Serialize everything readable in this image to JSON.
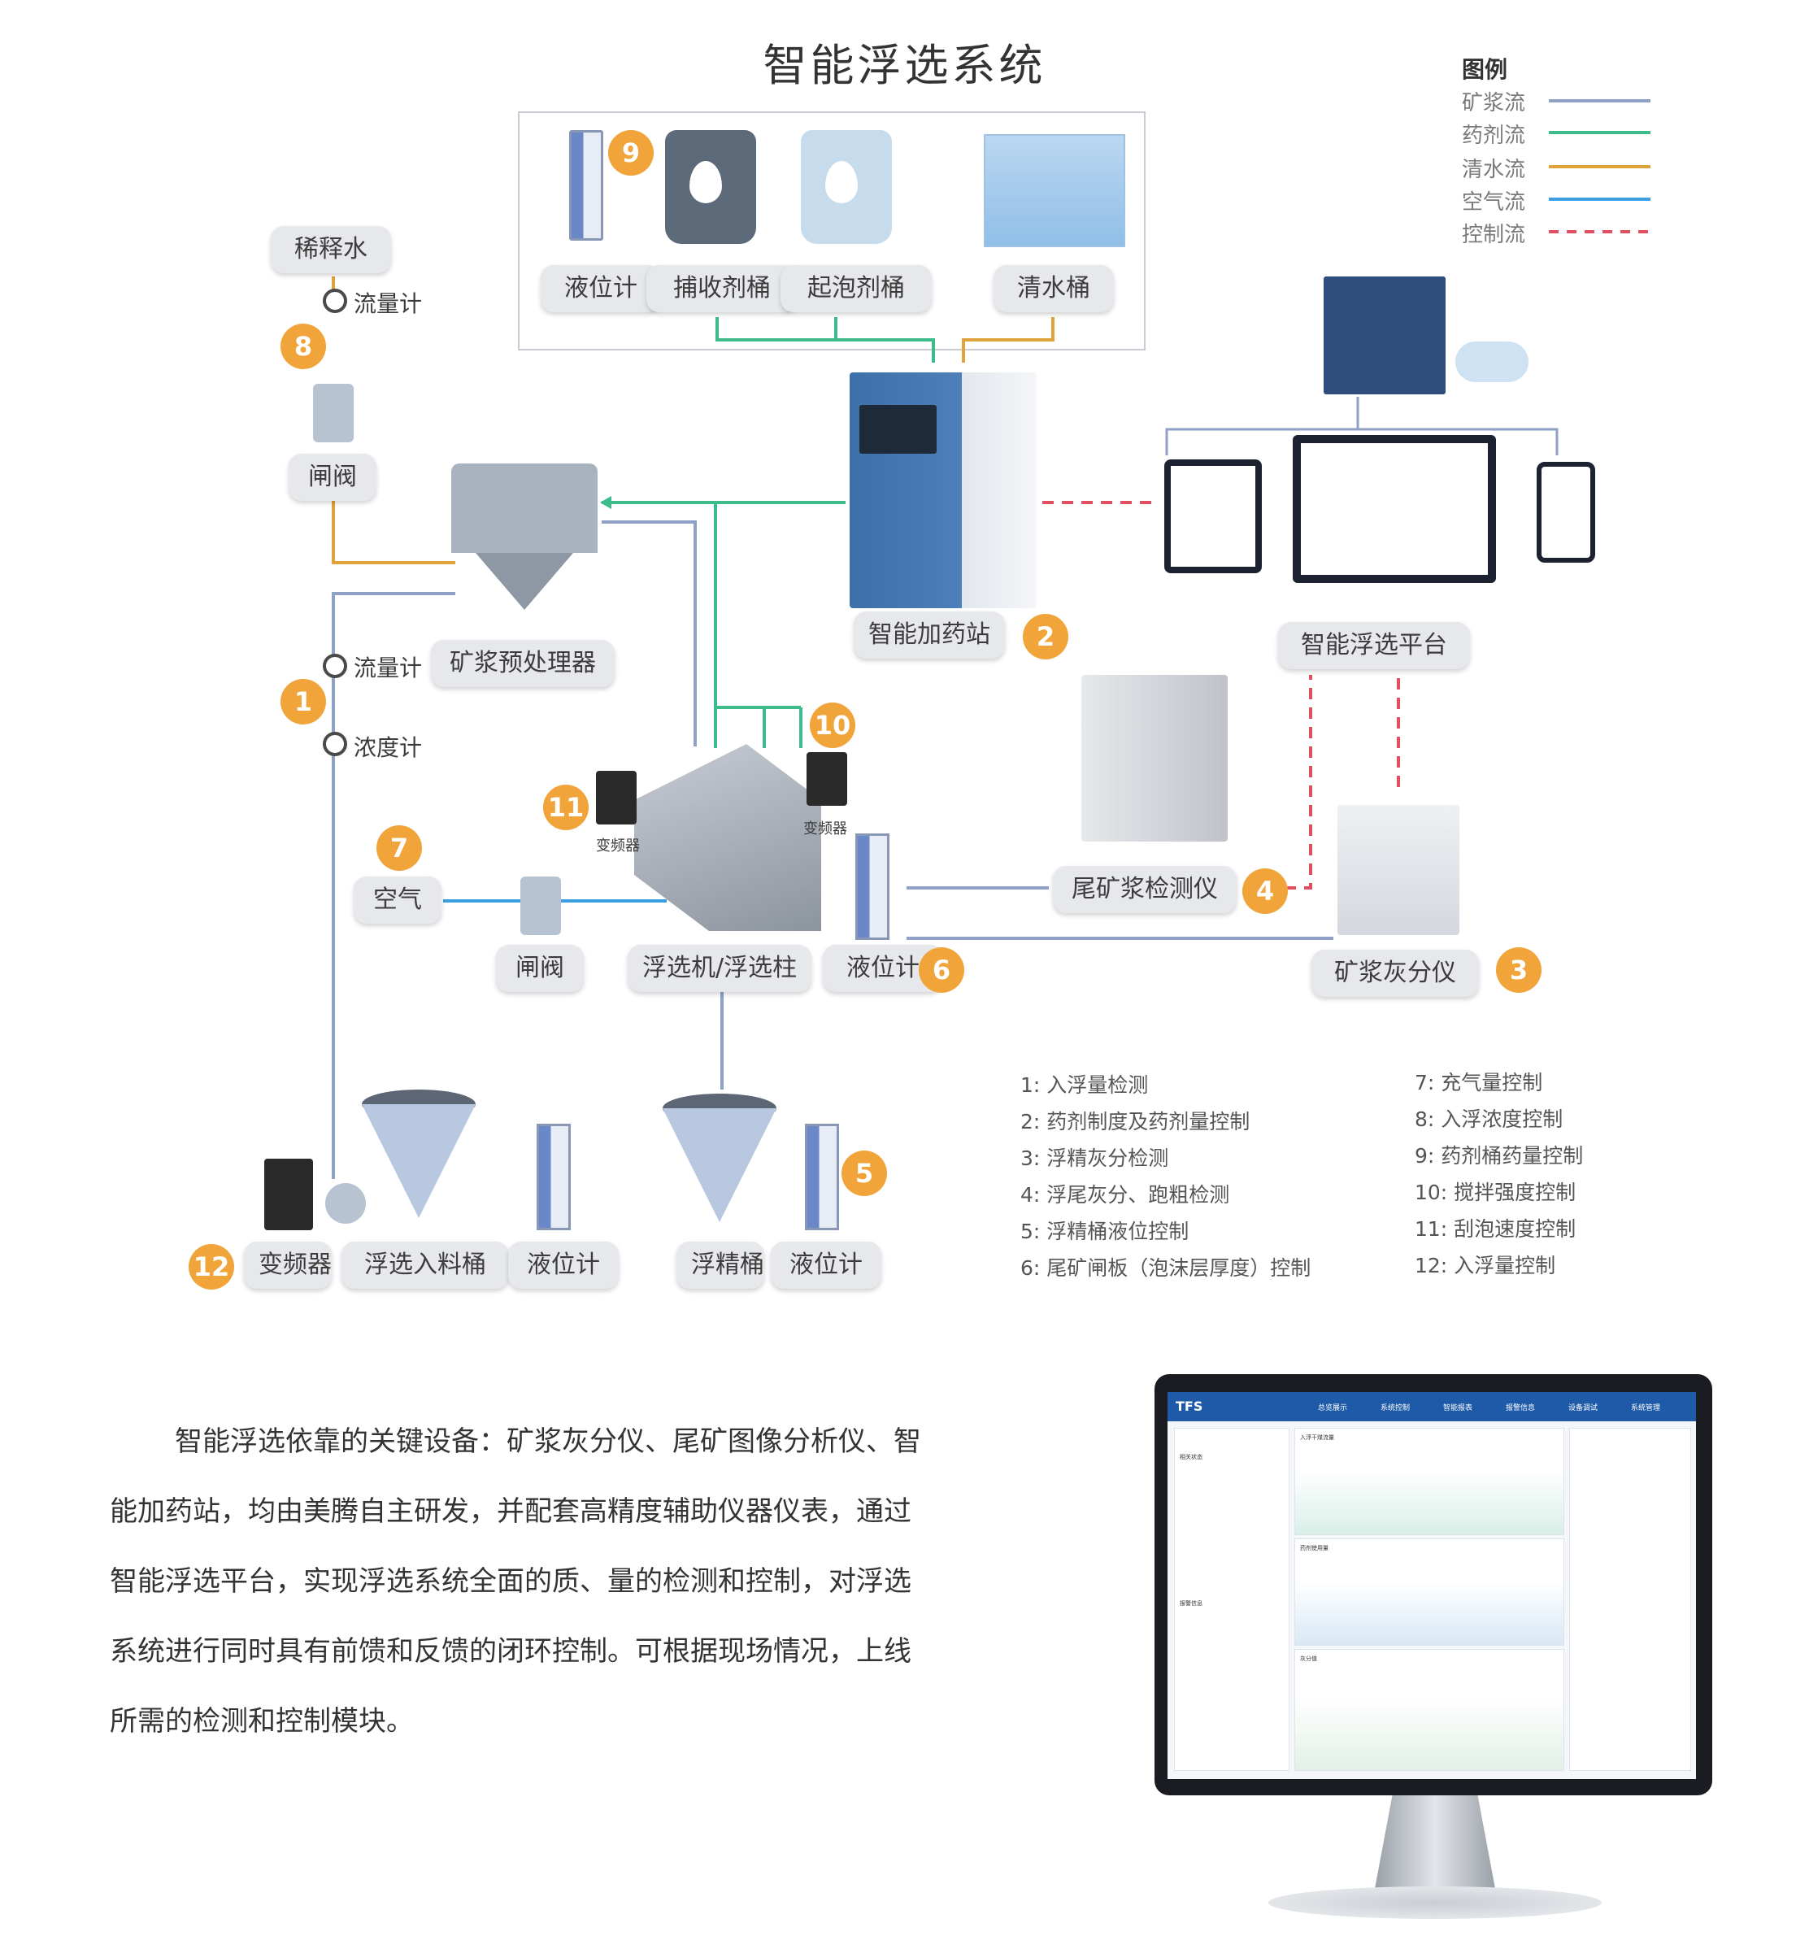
{
  "title": "智能浮选系统",
  "legend": {
    "title": "图例",
    "items": [
      {
        "label": "矿浆流",
        "color": "#8fa2c6",
        "style": "solid"
      },
      {
        "label": "药剂流",
        "color": "#3dbb8a",
        "style": "solid"
      },
      {
        "label": "清水流",
        "color": "#e0a23a",
        "style": "solid"
      },
      {
        "label": "空气流",
        "color": "#3a9ee0",
        "style": "solid"
      },
      {
        "label": "控制流",
        "color": "#e05060",
        "style": "dashed"
      }
    ]
  },
  "labels": {
    "dilution_water": "稀释水",
    "flowmeter_top": "流量计",
    "gate_valve_top": "闸阀",
    "level_meter_tank": "液位计",
    "collector_tank": "捕收剂桶",
    "frother_tank": "起泡剂桶",
    "clean_water_tank": "清水桶",
    "dosing_station": "智能加药站",
    "platform": "智能浮选平台",
    "flowmeter_mid": "流量计",
    "pretreatment": "矿浆预处理器",
    "density_meter": "浓度计",
    "vfd_11": "变频器",
    "vfd_10": "变频器",
    "air": "空气",
    "gate_valve_air": "闸阀",
    "flotation_machine": "浮选机/浮选柱",
    "level_meter_6": "液位计",
    "tailings_detector": "尾矿浆检测仪",
    "ash_analyzer": "矿浆灰分仪",
    "vfd_12": "变频器",
    "feed_tank": "浮选入料桶",
    "level_meter_feed": "液位计",
    "concentrate_tank": "浮精桶",
    "level_meter_5": "液位计"
  },
  "badges": [
    "1",
    "2",
    "3",
    "4",
    "5",
    "6",
    "7",
    "8",
    "9",
    "10",
    "11",
    "12"
  ],
  "notes_left": [
    "1:  入浮量检测",
    "2:  药剂制度及药剂量控制",
    "3:  浮精灰分检测",
    "4:  浮尾灰分、跑粗检测",
    "5:  浮精桶液位控制",
    "6:  尾矿闸板（泡沫层厚度）控制"
  ],
  "notes_right": [
    "7:  充气量控制",
    "8:  入浮浓度控制",
    "9:  药剂桶药量控制",
    "10:  搅拌强度控制",
    "11:  刮泡速度控制",
    "12:  入浮量控制"
  ],
  "paragraph": [
    "智能浮选依靠的关键设备：矿浆灰分仪、尾矿图像分析仪、智",
    "能加药站，均由美腾自主研发，并配套高精度辅助仪器仪表，通过",
    "智能浮选平台，实现浮选系统全面的质、量的检测和控制，对浮选",
    "系统进行同时具有前馈和反馈的闭环控制。可根据现场情况，上线",
    "所需的检测和控制模块。"
  ],
  "monitor": {
    "logo": "TFS",
    "nav": [
      "总览展示",
      "系统控制",
      "智能报表",
      "报警信息",
      "设备调试",
      "系统管理"
    ],
    "panels": [
      "入浮干煤流量",
      "药剂使用量",
      "灰分值"
    ],
    "side": [
      "相关状态",
      "报警信息"
    ]
  }
}
